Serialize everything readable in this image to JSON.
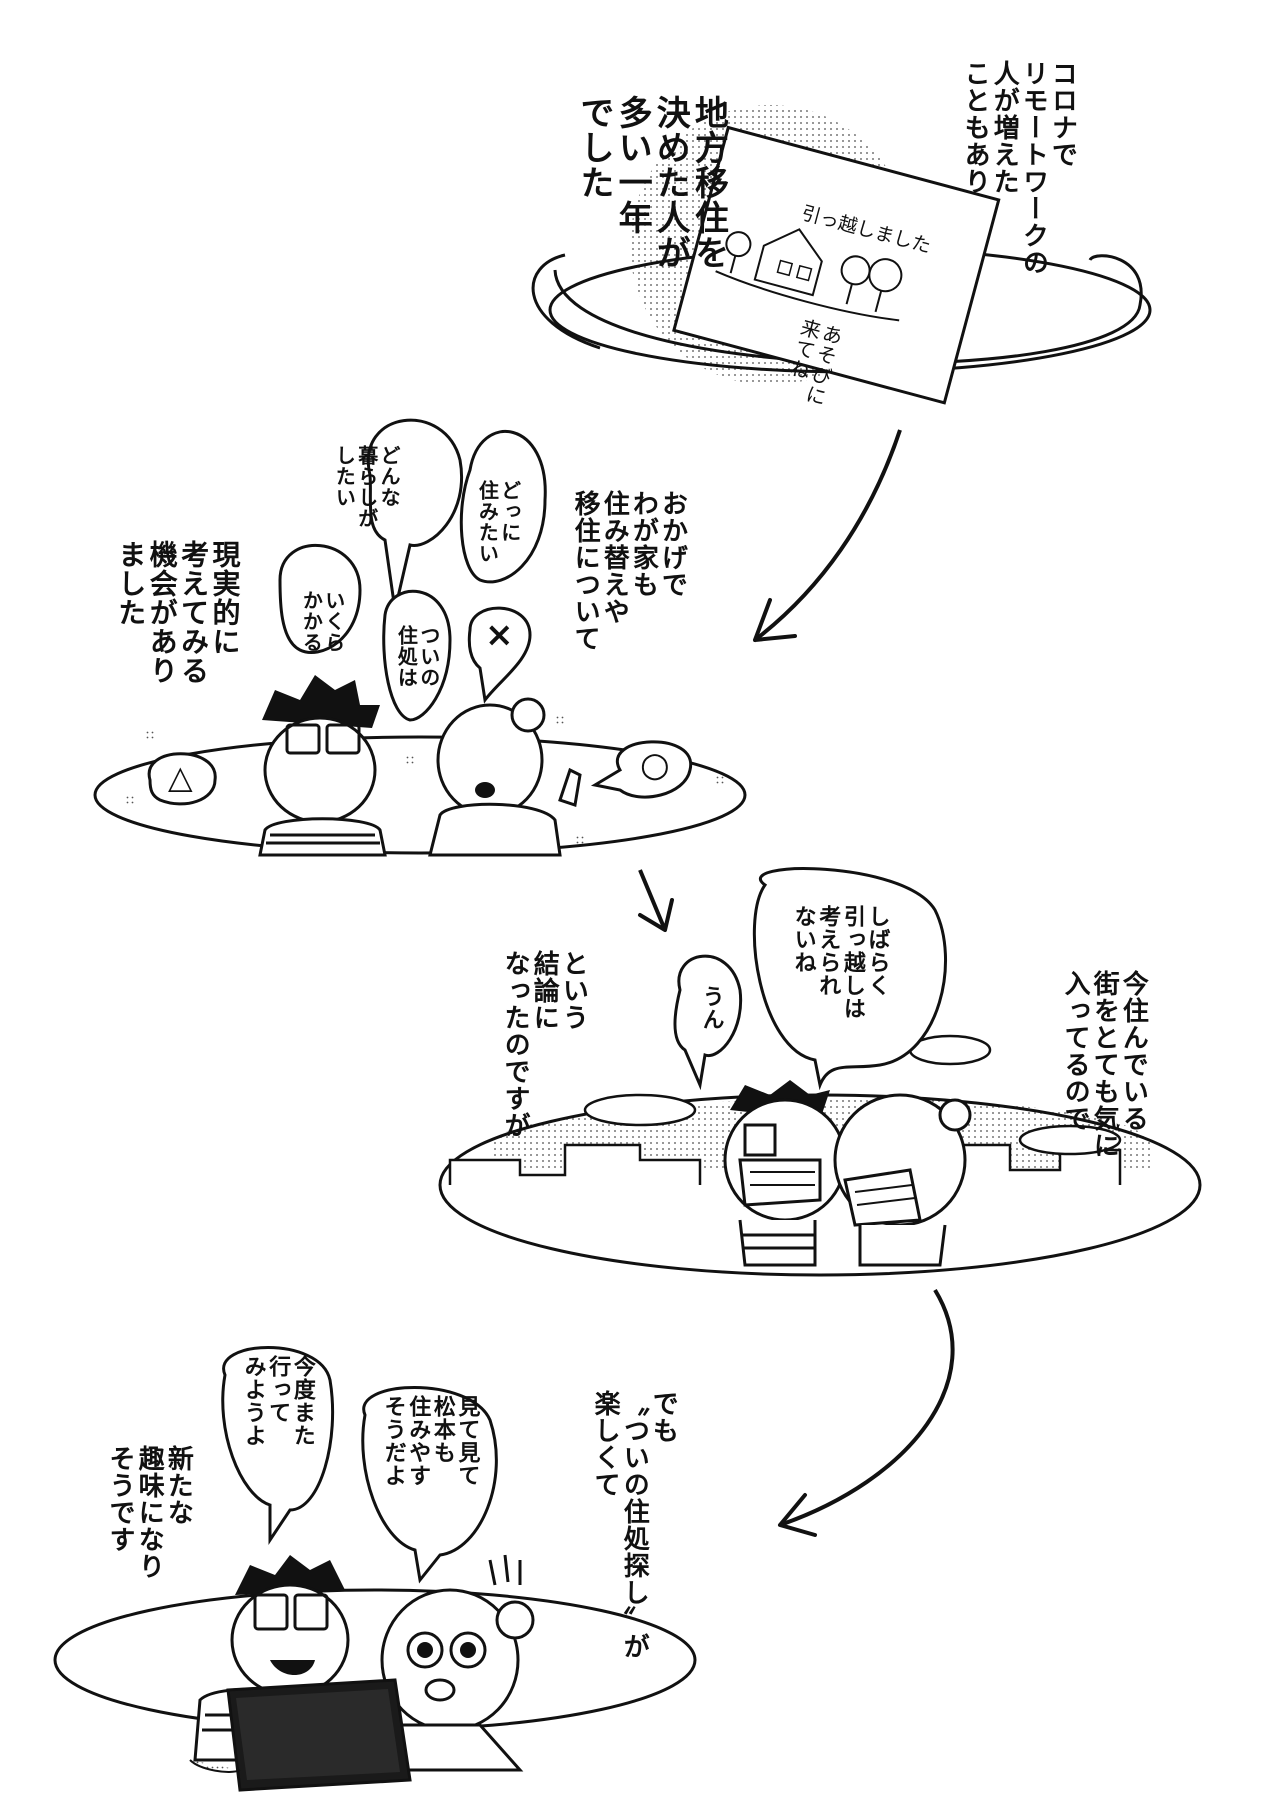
{
  "panel1": {
    "narration_a": "コロナで\nリモートワークの\n人が増えた\nこともあり",
    "narration_b": "地方移住を\n決めた人が\n多い一年\nでした",
    "postcard_title": "引っ越しました",
    "postcard_message": "あそびに\n来てね"
  },
  "panel2": {
    "narration_a": "おかげで\nわが家も\n住み替えや\n移住について",
    "narration_b": "現実的に\n考えてみる\n機会があり\nました",
    "bubble_1": "どんな\n暮らしが\nしたい",
    "bubble_2": "どっに\n住みたい",
    "bubble_3": "いくら\nかかる",
    "bubble_4": "ついの\n住処は",
    "mark_x": "×",
    "mark_circle": "○",
    "mark_triangle": "△"
  },
  "panel3": {
    "narration_a": "今住んでいる\n街をとても気に\n入ってるので",
    "narration_b": "という\n結論に\nなったのですが",
    "bubble_1": "しばらく\n引っ越しは\n考えられ\nないね",
    "bubble_2": "うん"
  },
  "panel4": {
    "narration_a": "新たな\n趣味になり\nそうです",
    "narration_b": "でも\n〝ついの住処探し〟が\n楽しくて",
    "bubble_1": "今度また\n行って\nみようよ",
    "bubble_2": "見て見て\n松本も\n住みやす\nそうだよ"
  }
}
